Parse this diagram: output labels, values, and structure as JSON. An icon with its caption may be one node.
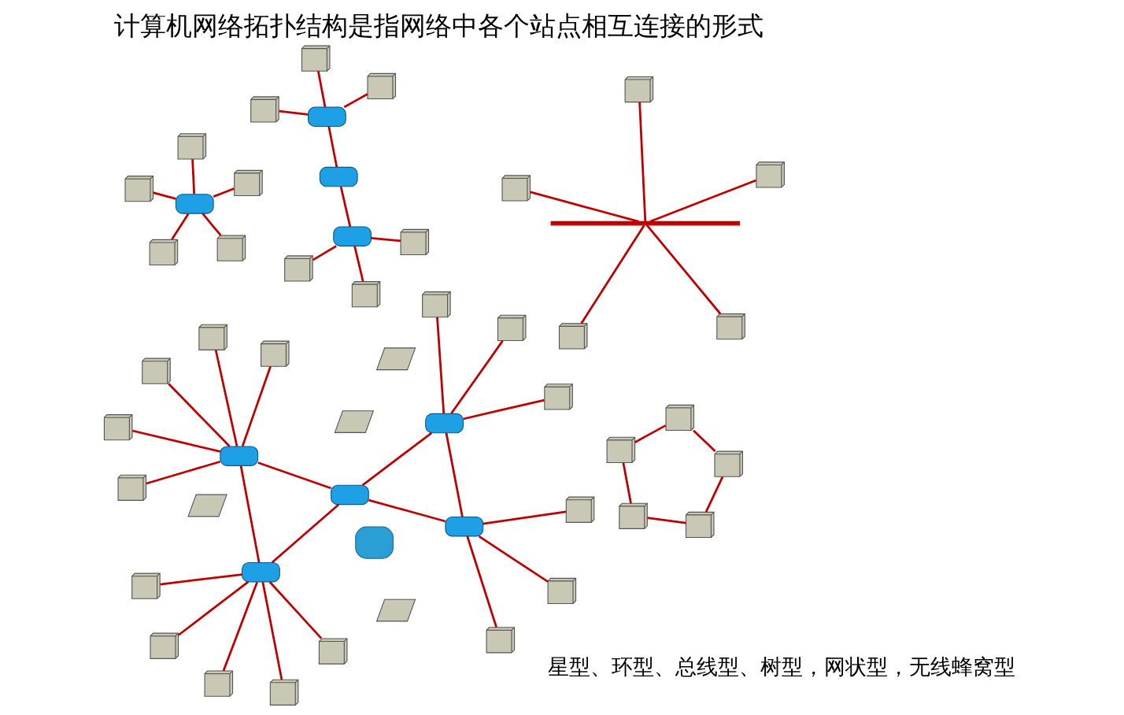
{
  "diagram": {
    "title": "计算机网络拓扑结构是指网络中各个站点相互连接的形式",
    "nodes": [
      {
        "text": [],
        "shape": "switch"
      },
      {
        "text": [],
        "shape": "computer"
      },
      {
        "text": [],
        "shape": "computer"
      },
      {
        "text": [],
        "shape": "computer"
      },
      {
        "text": [],
        "shape": "computer"
      },
      {
        "text": [],
        "shape": "computer"
      },
      {
        "text": [],
        "shape": "computer"
      },
      {
        "text": [],
        "shape": "computer"
      },
      {
        "text": [],
        "shape": "computer"
      },
      {
        "text": [],
        "shape": "computer"
      },
      {
        "text": [],
        "shape": "computer"
      },
      {
        "text": [],
        "shape": "bar"
      },
      {
        "text": [],
        "shape": "computer"
      },
      {
        "text": [],
        "shape": "computer"
      },
      {
        "text": [],
        "shape": "computer"
      },
      {
        "text": [],
        "shape": "computer"
      },
      {
        "text": [],
        "shape": "computer"
      },
      {
        "text": [],
        "shape": "switch"
      },
      {
        "text": [],
        "shape": "switch"
      },
      {
        "text": [],
        "shape": "switch"
      },
      {
        "text": [],
        "shape": "computer"
      },
      {
        "text": [],
        "shape": "computer"
      },
      {
        "text": [],
        "shape": "computer"
      },
      {
        "text": [],
        "shape": "computer"
      },
      {
        "text": [],
        "shape": "computer"
      },
      {
        "text": [],
        "shape": "computer"
      },
      {
        "text": [],
        "shape": "switch"
      },
      {
        "text": [],
        "shape": "switch"
      },
      {
        "text": [],
        "shape": "switch"
      },
      {
        "text": [],
        "shape": "switch"
      },
      {
        "text": [],
        "shape": "switch"
      },
      {
        "text": [],
        "shape": "computer"
      },
      {
        "text": [],
        "shape": "computer"
      },
      {
        "text": [],
        "shape": "computer"
      },
      {
        "text": [],
        "shape": "computer"
      },
      {
        "text": [],
        "shape": "computer"
      },
      {
        "text": [],
        "shape": "computer"
      },
      {
        "text": [],
        "shape": "computer"
      },
      {
        "text": [],
        "shape": "computer"
      },
      {
        "text": [],
        "shape": "computer"
      },
      {
        "text": [],
        "shape": "computer"
      },
      {
        "text": [],
        "shape": "computer"
      },
      {
        "text": [],
        "shape": "computer"
      },
      {
        "text": [],
        "shape": "computer"
      },
      {
        "text": [],
        "shape": "computer"
      },
      {
        "text": [],
        "shape": "computer"
      },
      {
        "text": [],
        "shape": "computer"
      },
      {
        "text": [],
        "shape": "access-point"
      },
      {
        "text": [],
        "shape": "laptop"
      },
      {
        "text": [],
        "shape": "laptop"
      },
      {
        "text": [],
        "shape": "laptop"
      },
      {
        "text": [],
        "shape": "laptop"
      }
    ],
    "edges": [
      {
        "from": 0,
        "to": 1,
        "arrow": "none"
      },
      {
        "from": 0,
        "to": 2,
        "arrow": "none"
      },
      {
        "from": 0,
        "to": 3,
        "arrow": "none"
      },
      {
        "from": 0,
        "to": 4,
        "arrow": "none"
      },
      {
        "from": 0,
        "to": 5,
        "arrow": "none"
      },
      {
        "from": 6,
        "to": 7,
        "arrow": "none"
      },
      {
        "from": 7,
        "to": 8,
        "arrow": "none"
      },
      {
        "from": 8,
        "to": 9,
        "arrow": "none"
      },
      {
        "from": 9,
        "to": 10,
        "arrow": "none"
      },
      {
        "from": 10,
        "to": 6,
        "arrow": "none"
      },
      {
        "from": 11,
        "to": 12,
        "arrow": "none"
      },
      {
        "from": 11,
        "to": 13,
        "arrow": "none"
      },
      {
        "from": 11,
        "to": 14,
        "arrow": "none"
      },
      {
        "from": 11,
        "to": 15,
        "arrow": "none"
      },
      {
        "from": 11,
        "to": 16,
        "arrow": "none"
      },
      {
        "from": 17,
        "to": 18,
        "arrow": "none"
      },
      {
        "from": 17,
        "to": 19,
        "arrow": "none"
      },
      {
        "from": 18,
        "to": 20,
        "arrow": "none"
      },
      {
        "from": 18,
        "to": 21,
        "arrow": "none"
      },
      {
        "from": 18,
        "to": 22,
        "arrow": "none"
      },
      {
        "from": 19,
        "to": 23,
        "arrow": "none"
      },
      {
        "from": 19,
        "to": 24,
        "arrow": "none"
      },
      {
        "from": 19,
        "to": 25,
        "arrow": "none"
      },
      {
        "from": 26,
        "to": 31,
        "arrow": "none"
      },
      {
        "from": 26,
        "to": 32,
        "arrow": "none"
      },
      {
        "from": 26,
        "to": 33,
        "arrow": "none"
      },
      {
        "from": 26,
        "to": 34,
        "arrow": "none"
      },
      {
        "from": 26,
        "to": 35,
        "arrow": "none"
      },
      {
        "from": 26,
        "to": 27,
        "arrow": "none"
      },
      {
        "from": 26,
        "to": 30,
        "arrow": "none"
      },
      {
        "from": 27,
        "to": 28,
        "arrow": "none"
      },
      {
        "from": 27,
        "to": 29,
        "arrow": "none"
      },
      {
        "from": 27,
        "to": 30,
        "arrow": "none"
      },
      {
        "from": 28,
        "to": 29,
        "arrow": "none"
      },
      {
        "from": 28,
        "to": 36,
        "arrow": "none"
      },
      {
        "from": 28,
        "to": 37,
        "arrow": "none"
      },
      {
        "from": 28,
        "to": 38,
        "arrow": "none"
      },
      {
        "from": 29,
        "to": 39,
        "arrow": "none"
      },
      {
        "from": 29,
        "to": 40,
        "arrow": "none"
      },
      {
        "from": 29,
        "to": 41,
        "arrow": "none"
      },
      {
        "from": 30,
        "to": 42,
        "arrow": "none"
      },
      {
        "from": 30,
        "to": 43,
        "arrow": "none"
      },
      {
        "from": 30,
        "to": 44,
        "arrow": "none"
      },
      {
        "from": 30,
        "to": 45,
        "arrow": "none"
      },
      {
        "from": 30,
        "to": 46,
        "arrow": "none"
      }
    ],
    "labels": [
      "星型、环型、总线型、树型，网状型，无线蜂窝型"
    ]
  }
}
